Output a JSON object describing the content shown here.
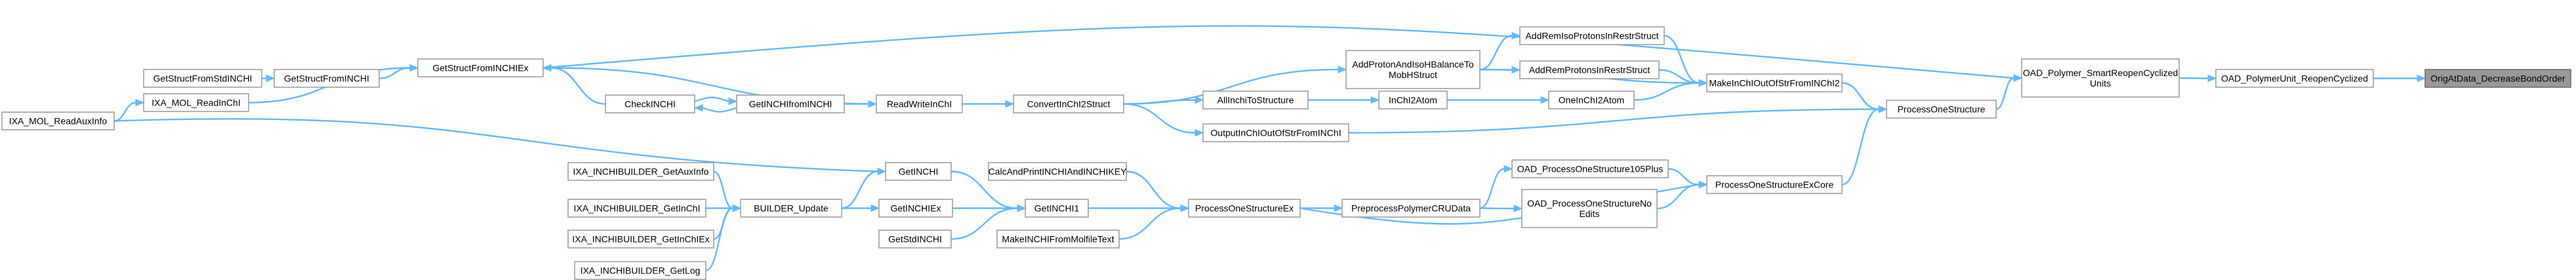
{
  "nodes": [
    {
      "id": "OrigAtData_DecreaseBondOrder",
      "lines": [
        "OrigAtData_DecreaseBondOrder"
      ],
      "root": true
    },
    {
      "id": "OAD_PolymerUnit_ReopenCyclized",
      "lines": [
        "OAD_PolymerUnit_ReopenCyclized"
      ]
    },
    {
      "id": "OAD_Polymer_SmartReopenCyclizedUnits",
      "lines": [
        "OAD_Polymer_SmartReopenCyclized",
        "Units"
      ]
    },
    {
      "id": "GetStructFromINCHIEx",
      "lines": [
        "GetStructFromINCHIEx"
      ]
    },
    {
      "id": "ProcessOneStructure",
      "lines": [
        "ProcessOneStructure"
      ]
    },
    {
      "id": "GetStructFromINCHI",
      "lines": [
        "GetStructFromINCHI"
      ]
    },
    {
      "id": "IXA_MOL_ReadInChI",
      "lines": [
        "IXA_MOL_ReadInChI"
      ]
    },
    {
      "id": "GetStructFromStdINCHI",
      "lines": [
        "GetStructFromStdINCHI"
      ]
    },
    {
      "id": "IXA_MOL_ReadAuxInfo",
      "lines": [
        "IXA_MOL_ReadAuxInfo"
      ]
    },
    {
      "id": "MakeInChIOutOfStrFromINChI2",
      "lines": [
        "MakeInChIOutOfStrFromINChI2"
      ]
    },
    {
      "id": "OutputInChIOutOfStrFromINChI",
      "lines": [
        "OutputInChIOutOfStrFromINChI"
      ]
    },
    {
      "id": "ProcessOneStructureExCore",
      "lines": [
        "ProcessOneStructureExCore"
      ]
    },
    {
      "id": "AddRemIsoProtonsInRestrStruct",
      "lines": [
        "AddRemIsoProtonsInRestrStruct"
      ]
    },
    {
      "id": "AddRemProtonsInRestrStruct",
      "lines": [
        "AddRemProtonsInRestrStruct"
      ]
    },
    {
      "id": "OneInChI2Atom",
      "lines": [
        "OneInChI2Atom"
      ]
    },
    {
      "id": "AddProtonAndIsoHBalanceToMobHStruct",
      "lines": [
        "AddProtonAndIsoHBalanceTo",
        "MobHStruct"
      ]
    },
    {
      "id": "ConvertInChI2Struct",
      "lines": [
        "ConvertInChI2Struct"
      ]
    },
    {
      "id": "InChI2Atom",
      "lines": [
        "InChI2Atom"
      ]
    },
    {
      "id": "AllInchiToStructure",
      "lines": [
        "AllInchiToStructure"
      ]
    },
    {
      "id": "ReadWriteInChI",
      "lines": [
        "ReadWriteInChI"
      ]
    },
    {
      "id": "GetINCHIfromINCHI",
      "lines": [
        "GetINCHIfromINCHI"
      ]
    },
    {
      "id": "CheckINCHI",
      "lines": [
        "CheckINCHI"
      ]
    },
    {
      "id": "OAD_ProcessOneStructure105Plus",
      "lines": [
        "OAD_ProcessOneStructure105Plus"
      ]
    },
    {
      "id": "OAD_ProcessOneStructureNoEdits",
      "lines": [
        "OAD_ProcessOneStructureNo",
        "Edits"
      ]
    },
    {
      "id": "ProcessOneStructureEx",
      "lines": [
        "ProcessOneStructureEx"
      ]
    },
    {
      "id": "PreprocessPolymerCRUData",
      "lines": [
        "PreprocessPolymerCRUData"
      ]
    },
    {
      "id": "CalcAndPrintINCHIAndINCHIKEY",
      "lines": [
        "CalcAndPrintINCHIAndINCHIKEY"
      ]
    },
    {
      "id": "GetINCHI1",
      "lines": [
        "GetINCHI1"
      ]
    },
    {
      "id": "MakeINCHIFromMolfileText",
      "lines": [
        "MakeINCHIFromMolfileText"
      ]
    },
    {
      "id": "GetINCHI",
      "lines": [
        "GetINCHI"
      ]
    },
    {
      "id": "GetINCHIEx",
      "lines": [
        "GetINCHIEx"
      ]
    },
    {
      "id": "GetStdINCHI",
      "lines": [
        "GetStdINCHI"
      ]
    },
    {
      "id": "BUILDER_Update",
      "lines": [
        "BUILDER_Update"
      ]
    },
    {
      "id": "IXA_INCHIBUILDER_GetAuxInfo",
      "lines": [
        "IXA_INCHIBUILDER_GetAuxInfo"
      ]
    },
    {
      "id": "IXA_INCHIBUILDER_GetInChI",
      "lines": [
        "IXA_INCHIBUILDER_GetInChI"
      ]
    },
    {
      "id": "IXA_INCHIBUILDER_GetInChIEx",
      "lines": [
        "IXA_INCHIBUILDER_GetInChIEx"
      ]
    },
    {
      "id": "IXA_INCHIBUILDER_GetLog",
      "lines": [
        "IXA_INCHIBUILDER_GetLog"
      ]
    }
  ],
  "edges": [
    {
      "from": "OAD_PolymerUnit_ReopenCyclized",
      "to": "OrigAtData_DecreaseBondOrder"
    },
    {
      "from": "OAD_Polymer_SmartReopenCyclizedUnits",
      "to": "OAD_PolymerUnit_ReopenCyclized"
    },
    {
      "from": "GetStructFromINCHIEx",
      "to": "OAD_Polymer_SmartReopenCyclizedUnits"
    },
    {
      "from": "ProcessOneStructure",
      "to": "OAD_Polymer_SmartReopenCyclizedUnits"
    },
    {
      "from": "GetStructFromINCHI",
      "to": "GetStructFromINCHIEx"
    },
    {
      "from": "IXA_MOL_ReadInChI",
      "to": "GetStructFromINCHIEx"
    },
    {
      "from": "GetStructFromStdINCHI",
      "to": "GetStructFromINCHI"
    },
    {
      "from": "IXA_MOL_ReadAuxInfo",
      "to": "IXA_MOL_ReadInChI"
    },
    {
      "from": "MakeInChIOutOfStrFromINChI2",
      "to": "ProcessOneStructure"
    },
    {
      "from": "OutputInChIOutOfStrFromINChI",
      "to": "ProcessOneStructure"
    },
    {
      "from": "ProcessOneStructureExCore",
      "to": "ProcessOneStructure"
    },
    {
      "from": "AddRemIsoProtonsInRestrStruct",
      "to": "MakeInChIOutOfStrFromINChI2"
    },
    {
      "from": "AddRemProtonsInRestrStruct",
      "to": "MakeInChIOutOfStrFromINChI2"
    },
    {
      "from": "OneInChI2Atom",
      "to": "MakeInChIOutOfStrFromINChI2"
    },
    {
      "from": "AddProtonAndIsoHBalanceToMobHStruct",
      "to": "MakeInChIOutOfStrFromINChI2"
    },
    {
      "from": "AddProtonAndIsoHBalanceToMobHStruct",
      "to": "AddRemIsoProtonsInRestrStruct"
    },
    {
      "from": "AddProtonAndIsoHBalanceToMobHStruct",
      "to": "AddRemProtonsInRestrStruct"
    },
    {
      "from": "ConvertInChI2Struct",
      "to": "AddProtonAndIsoHBalanceToMobHStruct"
    },
    {
      "from": "InChI2Atom",
      "to": "OneInChI2Atom"
    },
    {
      "from": "AllInchiToStructure",
      "to": "InChI2Atom"
    },
    {
      "from": "ConvertInChI2Struct",
      "to": "AllInchiToStructure"
    },
    {
      "from": "ConvertInChI2Struct",
      "to": "OutputInChIOutOfStrFromINChI"
    },
    {
      "from": "ReadWriteInChI",
      "to": "ConvertInChI2Struct"
    },
    {
      "from": "ReadWriteInChI",
      "to": "GetStructFromINCHIEx"
    },
    {
      "from": "GetINCHIfromINCHI",
      "to": "ReadWriteInChI"
    },
    {
      "from": "CheckINCHI",
      "to": "GetINCHIfromINCHI"
    },
    {
      "from": "GetINCHIfromINCHI",
      "to": "CheckINCHI"
    },
    {
      "from": "OAD_ProcessOneStructure105Plus",
      "to": "ProcessOneStructureExCore"
    },
    {
      "from": "OAD_ProcessOneStructureNoEdits",
      "to": "ProcessOneStructureExCore"
    },
    {
      "from": "ProcessOneStructureEx",
      "to": "ProcessOneStructureExCore"
    },
    {
      "from": "PreprocessPolymerCRUData",
      "to": "OAD_ProcessOneStructure105Plus"
    },
    {
      "from": "PreprocessPolymerCRUData",
      "to": "OAD_ProcessOneStructureNoEdits"
    },
    {
      "from": "ProcessOneStructureEx",
      "to": "PreprocessPolymerCRUData"
    },
    {
      "from": "CalcAndPrintINCHIAndINCHIKEY",
      "to": "ProcessOneStructureEx"
    },
    {
      "from": "GetINCHI1",
      "to": "ProcessOneStructureEx"
    },
    {
      "from": "MakeINCHIFromMolfileText",
      "to": "ProcessOneStructureEx"
    },
    {
      "from": "GetINCHI",
      "to": "GetINCHI1"
    },
    {
      "from": "GetINCHIEx",
      "to": "GetINCHI1"
    },
    {
      "from": "GetStdINCHI",
      "to": "GetINCHI1"
    },
    {
      "from": "BUILDER_Update",
      "to": "GetINCHI"
    },
    {
      "from": "BUILDER_Update",
      "to": "GetINCHIEx"
    },
    {
      "from": "IXA_INCHIBUILDER_GetAuxInfo",
      "to": "BUILDER_Update"
    },
    {
      "from": "IXA_INCHIBUILDER_GetInChI",
      "to": "BUILDER_Update"
    },
    {
      "from": "IXA_INCHIBUILDER_GetInChIEx",
      "to": "BUILDER_Update"
    },
    {
      "from": "IXA_INCHIBUILDER_GetLog",
      "to": "BUILDER_Update"
    },
    {
      "from": "IXA_MOL_ReadAuxInfo",
      "to": "GetINCHI"
    },
    {
      "from": "CheckINCHI",
      "to": "GetStructFromINCHIEx"
    }
  ]
}
